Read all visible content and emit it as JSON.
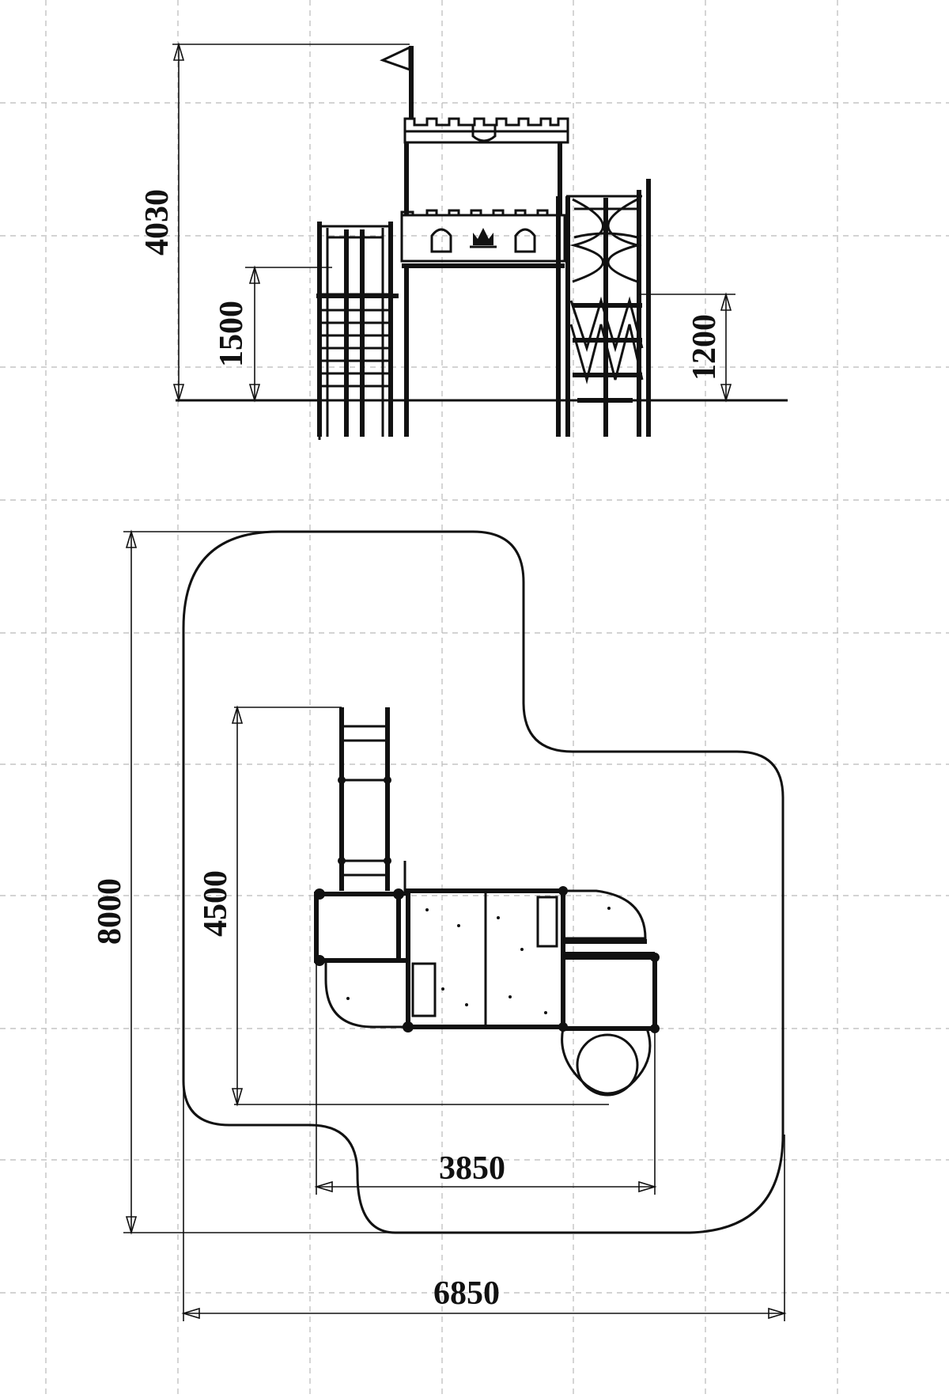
{
  "dimensions": {
    "total_height": "4030",
    "platform_height_left": "1500",
    "platform_height_right": "1200",
    "zone_length": "8000",
    "equipment_length": "4500",
    "equipment_width": "3850",
    "zone_width": "6850"
  },
  "icons": {
    "flag": "flag-icon",
    "crown": "crown-icon",
    "battlement": "castle-battlement"
  }
}
